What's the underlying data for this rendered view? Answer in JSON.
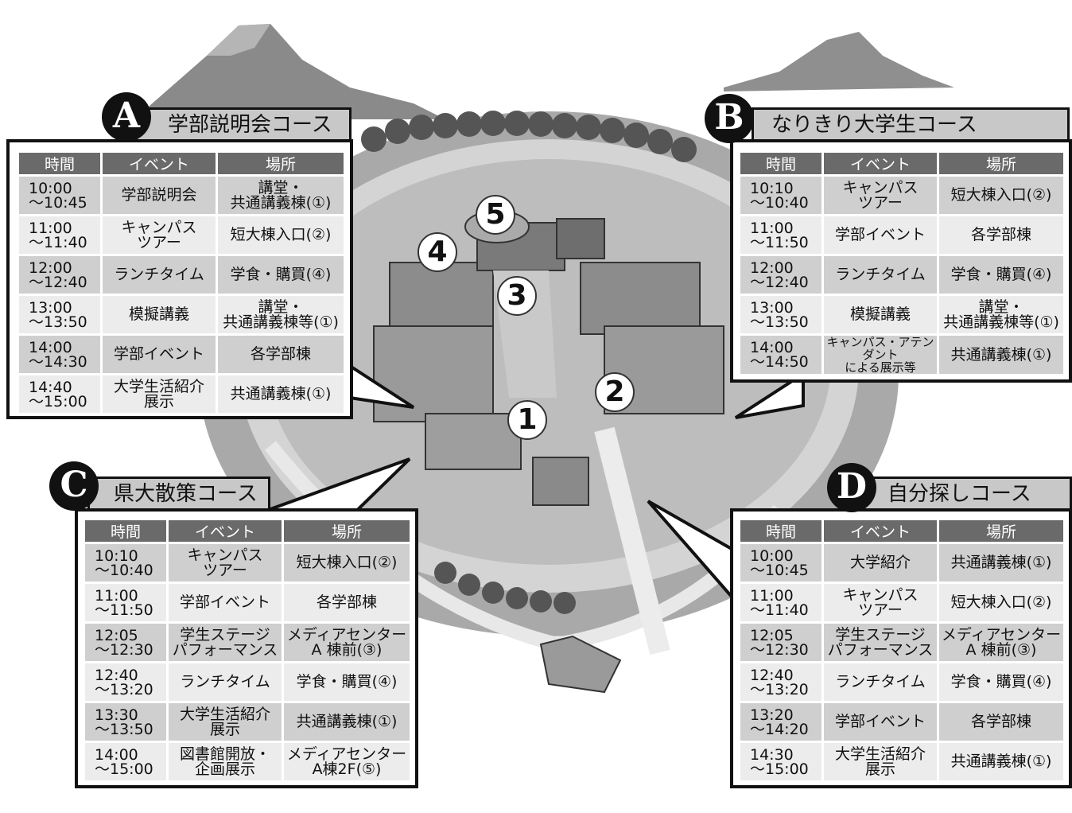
{
  "columns": {
    "time": "時間",
    "event": "イベント",
    "place": "場所"
  },
  "courses": {
    "A": {
      "letter": "A",
      "title": "学部説明会コース",
      "rows": [
        {
          "t1": "10:00",
          "t2": "～10:45",
          "e1": "学部説明会",
          "e2": "",
          "p1": "講堂・",
          "p2": "共通講義棟(①)"
        },
        {
          "t1": "11:00",
          "t2": "～11:40",
          "e1": "キャンパス",
          "e2": "ツアー",
          "p1": "短大棟入口(②)",
          "p2": ""
        },
        {
          "t1": "12:00",
          "t2": "～12:40",
          "e1": "ランチタイム",
          "e2": "",
          "p1": "学食・購買(④)",
          "p2": ""
        },
        {
          "t1": "13:00",
          "t2": "～13:50",
          "e1": "模擬講義",
          "e2": "",
          "p1": "講堂・",
          "p2": "共通講義棟等(①)"
        },
        {
          "t1": "14:00",
          "t2": "～14:30",
          "e1": "学部イベント",
          "e2": "",
          "p1": "各学部棟",
          "p2": ""
        },
        {
          "t1": "14:40",
          "t2": "～15:00",
          "e1": "大学生活紹介",
          "e2": "展示",
          "p1": "共通講義棟(①)",
          "p2": ""
        }
      ]
    },
    "B": {
      "letter": "B",
      "title": "なりきり大学生コース",
      "rows": [
        {
          "t1": "10:10",
          "t2": "～10:40",
          "e1": "キャンパス",
          "e2": "ツアー",
          "p1": "短大棟入口(②)",
          "p2": ""
        },
        {
          "t1": "11:00",
          "t2": "～11:50",
          "e1": "学部イベント",
          "e2": "",
          "p1": "各学部棟",
          "p2": ""
        },
        {
          "t1": "12:00",
          "t2": "～12:40",
          "e1": "ランチタイム",
          "e2": "",
          "p1": "学食・購買(④)",
          "p2": ""
        },
        {
          "t1": "13:00",
          "t2": "～13:50",
          "e1": "模擬講義",
          "e2": "",
          "p1": "講堂・",
          "p2": "共通講義棟等(①)"
        },
        {
          "t1": "14:00",
          "t2": "～14:50",
          "e1": "キャンパス・アテンダント",
          "e2": "による展示等",
          "p1": "共通講義棟(①)",
          "p2": ""
        }
      ]
    },
    "C": {
      "letter": "C",
      "title": "県大散策コース",
      "rows": [
        {
          "t1": "10:10",
          "t2": "～10:40",
          "e1": "キャンパス",
          "e2": "ツアー",
          "p1": "短大棟入口(②)",
          "p2": ""
        },
        {
          "t1": "11:00",
          "t2": "～11:50",
          "e1": "学部イベント",
          "e2": "",
          "p1": "各学部棟",
          "p2": ""
        },
        {
          "t1": "12:05",
          "t2": "～12:30",
          "e1": "学生ステージ",
          "e2": "パフォーマンス",
          "p1": "メディアセンター",
          "p2": "A 棟前(③)"
        },
        {
          "t1": "12:40",
          "t2": "～13:20",
          "e1": "ランチタイム",
          "e2": "",
          "p1": "学食・購買(④)",
          "p2": ""
        },
        {
          "t1": "13:30",
          "t2": "～13:50",
          "e1": "大学生活紹介",
          "e2": "展示",
          "p1": "共通講義棟(①)",
          "p2": ""
        },
        {
          "t1": "14:00",
          "t2": "～15:00",
          "e1": "図書館開放・",
          "e2": "企画展示",
          "p1": "メディアセンター",
          "p2": "A棟2F(⑤)"
        }
      ]
    },
    "D": {
      "letter": "D",
      "title": "自分探しコース",
      "rows": [
        {
          "t1": "10:00",
          "t2": "～10:45",
          "e1": "大学紹介",
          "e2": "",
          "p1": "共通講義棟(①)",
          "p2": ""
        },
        {
          "t1": "11:00",
          "t2": "～11:40",
          "e1": "キャンパス",
          "e2": "ツアー",
          "p1": "短大棟入口(②)",
          "p2": ""
        },
        {
          "t1": "12:05",
          "t2": "～12:30",
          "e1": "学生ステージ",
          "e2": "パフォーマンス",
          "p1": "メディアセンター",
          "p2": "A 棟前(③)"
        },
        {
          "t1": "12:40",
          "t2": "～13:20",
          "e1": "ランチタイム",
          "e2": "",
          "p1": "学食・購買(④)",
          "p2": ""
        },
        {
          "t1": "13:20",
          "t2": "～14:20",
          "e1": "学部イベント",
          "e2": "",
          "p1": "各学部棟",
          "p2": ""
        },
        {
          "t1": "14:30",
          "t2": "～15:00",
          "e1": "大学生活紹介",
          "e2": "展示",
          "p1": "共通講義棟(①)",
          "p2": ""
        }
      ]
    }
  },
  "map_markers": [
    "1",
    "2",
    "3",
    "4",
    "5"
  ],
  "colors": {
    "ink": "#111111",
    "header_bg": "#6a6a6a",
    "row_dark": "#cfcfcf",
    "row_light": "#ececec",
    "tab_bg": "#c8c8c8"
  }
}
